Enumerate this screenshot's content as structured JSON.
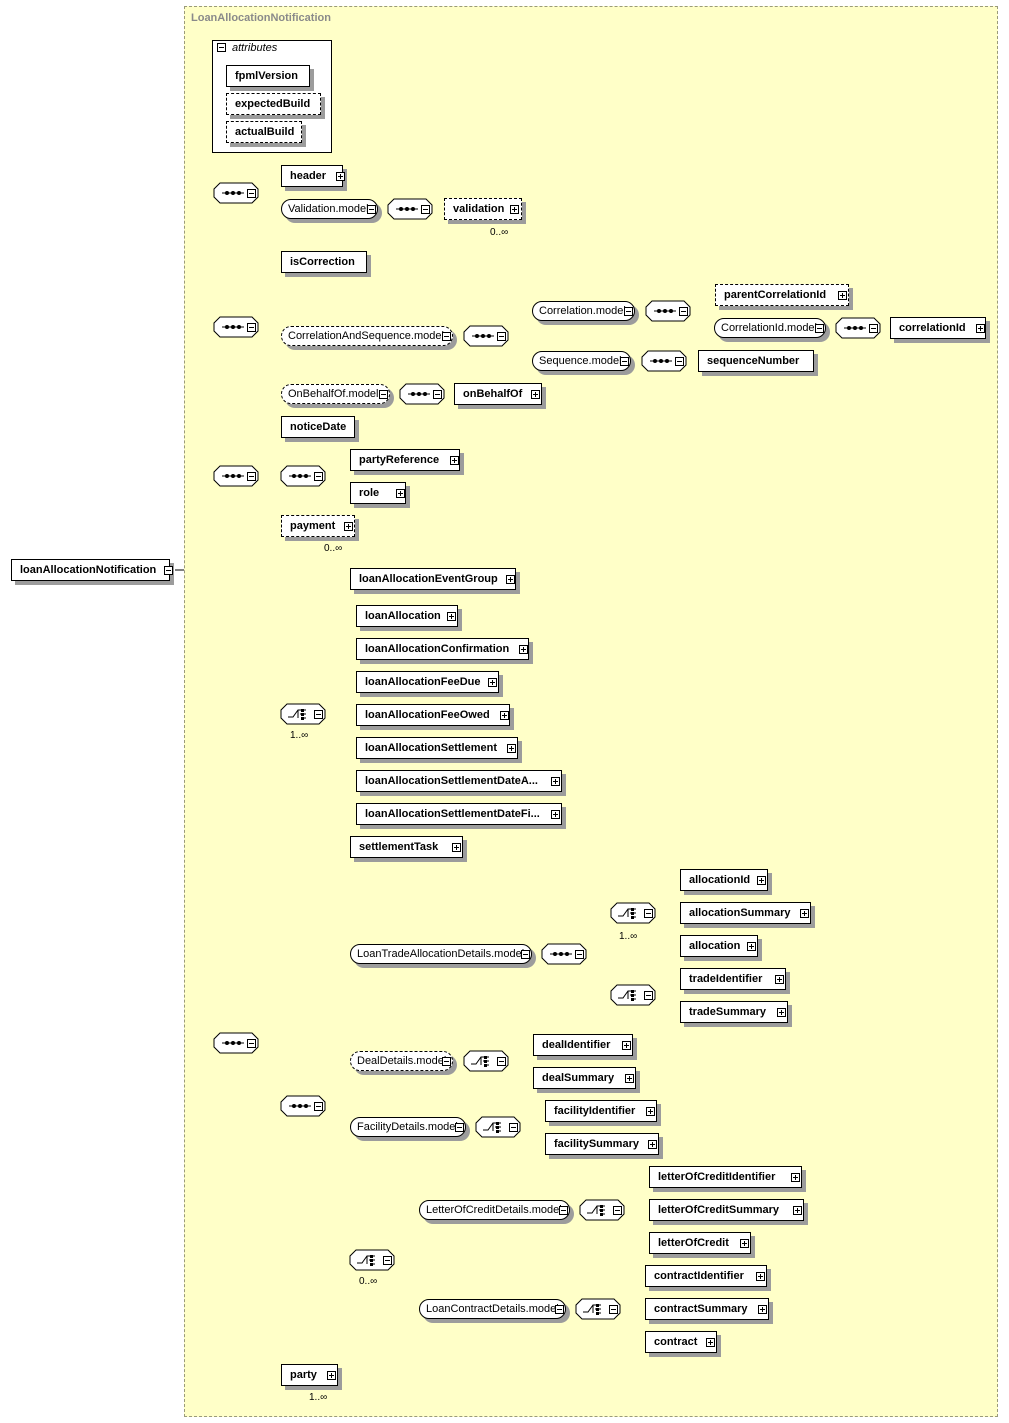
{
  "container_title": "LoanAllocationNotification",
  "root_element": "loanAllocationNotification",
  "attributes": {
    "title": "attributes",
    "items": [
      {
        "label": "fpmlVersion",
        "optional": false
      },
      {
        "label": "expectedBuild",
        "optional": true
      },
      {
        "label": "actualBuild",
        "optional": true
      }
    ]
  },
  "elements": {
    "header": "header",
    "validation_model": "Validation.model",
    "validation": "validation",
    "validation_mult": "0..∞",
    "isCorrection": "isCorrection",
    "correlation_and_sequence_model": "CorrelationAndSequence.model",
    "correlation_model": "Correlation.model",
    "parentCorrelationId": "parentCorrelationId",
    "correlationId_model": "CorrelationId.model",
    "correlationId": "correlationId",
    "sequence_model": "Sequence.model",
    "sequenceNumber": "sequenceNumber",
    "onBehalfOf_model": "OnBehalfOf.model",
    "onBehalfOf": "onBehalfOf",
    "noticeDate": "noticeDate",
    "partyReference": "partyReference",
    "role": "role",
    "payment": "payment",
    "payment_mult": "0..∞",
    "loanAllocationEventGroup": "loanAllocationEventGroup",
    "loanAllocation": "loanAllocation",
    "loanAllocationConfirmation": "loanAllocationConfirmation",
    "loanAllocationFeeDue": "loanAllocationFeeDue",
    "loanAllocationFeeOwed": "loanAllocationFeeOwed",
    "loanAllocationSettlement": "loanAllocationSettlement",
    "loanAllocationSettlementDateA": "loanAllocationSettlementDateA...",
    "loanAllocationSettlementDateFi": "loanAllocationSettlementDateFi...",
    "choice_mult": "1..∞",
    "settlementTask": "settlementTask",
    "loanTradeAllocationDetails_model": "LoanTradeAllocationDetails.model",
    "allocationId": "allocationId",
    "allocationSummary": "allocationSummary",
    "allocation": "allocation",
    "allocation_choice_mult": "1..∞",
    "tradeIdentifier": "tradeIdentifier",
    "tradeSummary": "tradeSummary",
    "dealDetails_model": "DealDetails.model",
    "dealIdentifier": "dealIdentifier",
    "dealSummary": "dealSummary",
    "facilityDetails_model": "FacilityDetails.model",
    "facilityIdentifier": "facilityIdentifier",
    "facilitySummary": "facilitySummary",
    "letterOfCreditDetails_model": "LetterOfCreditDetails.model",
    "letterOfCreditIdentifier": "letterOfCreditIdentifier",
    "letterOfCreditSummary": "letterOfCreditSummary",
    "letterOfCredit": "letterOfCredit",
    "contract_choice_mult": "0..∞",
    "loanContractDetails_model": "LoanContractDetails.model",
    "contractIdentifier": "contractIdentifier",
    "contractSummary": "contractSummary",
    "contract": "contract",
    "party": "party",
    "party_mult": "1..∞"
  }
}
